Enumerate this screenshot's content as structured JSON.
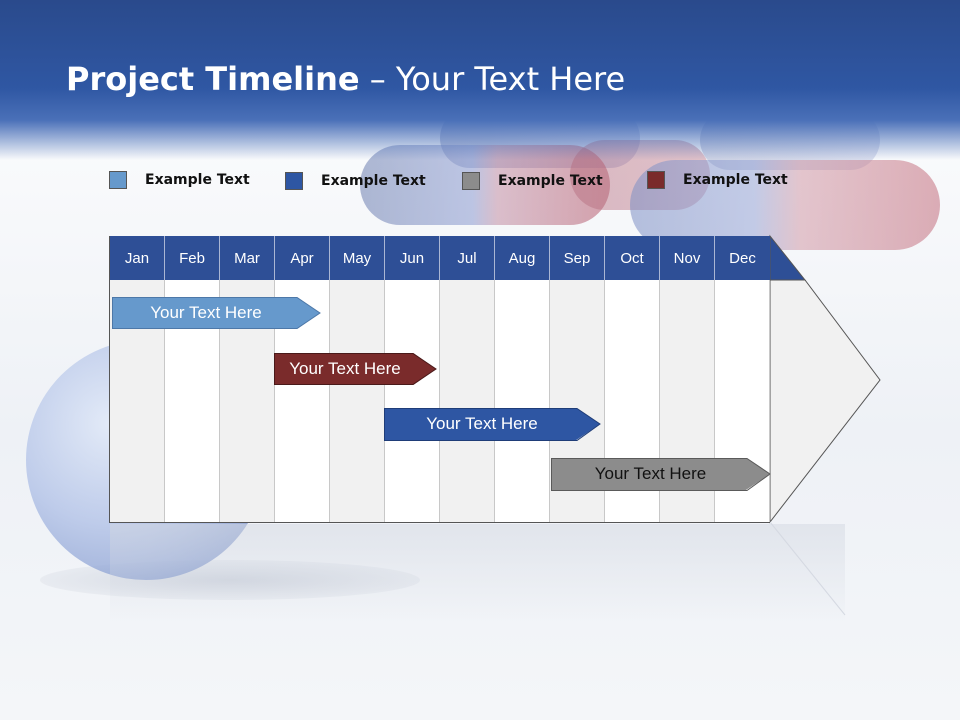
{
  "slide": {
    "title_bold": "Project Timeline",
    "title_rest": " – Your Text Here"
  },
  "legend": [
    {
      "label": "Example Text",
      "color": "#6699cc"
    },
    {
      "label": "Example Text",
      "color": "#2e56a3"
    },
    {
      "label": "Example Text",
      "color": "#8c8c8c"
    },
    {
      "label": "Example Text",
      "color": "#7a2b2b"
    }
  ],
  "timeline": {
    "months": [
      "Jan",
      "Feb",
      "Mar",
      "Apr",
      "May",
      "Jun",
      "Jul",
      "Aug",
      "Sep",
      "Oct",
      "Nov",
      "Dec"
    ],
    "header_color": "#2e4f96"
  },
  "tasks": [
    {
      "label": "Your  Text Here",
      "color": "#6699cc"
    },
    {
      "label": "Your  Text Here",
      "color": "#7a2b2b"
    },
    {
      "label": "Your  Text Here",
      "color": "#2e56a3"
    },
    {
      "label": "Your  Text Here",
      "color": "#8c8c8c"
    }
  ]
}
